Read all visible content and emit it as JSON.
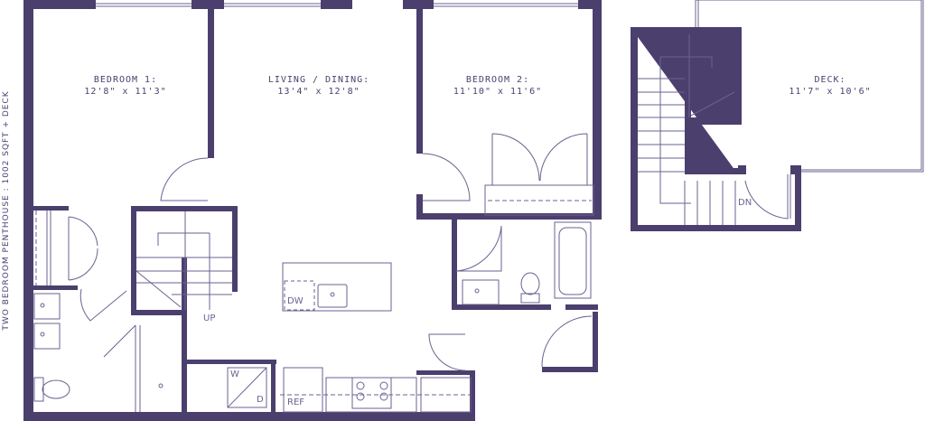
{
  "title": "TWO BEDROOM PENTHOUSE : 1002 SQFT + DECK",
  "rooms": [
    {
      "name": "BEDROOM 1:",
      "size": "12'8\" x 11'3\""
    },
    {
      "name": "LIVING / DINING:",
      "size": "13'4\" x 12'8\""
    },
    {
      "name": "BEDROOM 2:",
      "size": "11'10\" x 11'6\""
    },
    {
      "name": "DECK:",
      "size": "11'7\" x 10'6\""
    }
  ],
  "fixtures": {
    "dw": "DW",
    "up": "UP",
    "dn": "DN",
    "washer": "W",
    "dryer": "D",
    "ref": "REF"
  },
  "colors": {
    "wall": "#4b3f6e",
    "line": "#6b6290"
  }
}
